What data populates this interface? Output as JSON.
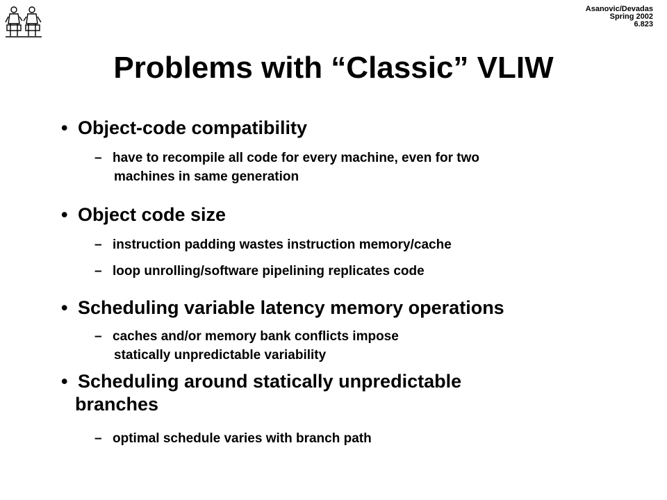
{
  "header": {
    "authors": "Asanovic/Devadas",
    "term": "Spring 2002",
    "course": "6.823"
  },
  "title": "Problems with “Classic” VLIW",
  "bullets": [
    {
      "text": "Object-code compatibility",
      "subs": [
        {
          "line1": "have to recompile all code for every machine, even for two",
          "line2": "machines in same generation"
        }
      ]
    },
    {
      "text": "Object code size",
      "subs": [
        {
          "line1": "instruction padding wastes instruction memory/cache"
        },
        {
          "line1": "loop unrolling/software pipelining replicates code"
        }
      ]
    },
    {
      "text": "Scheduling variable latency memory operations",
      "subs": [
        {
          "line1": "caches and/or memory bank conflicts impose",
          "line2": "statically unpredictable variability"
        }
      ]
    },
    {
      "text": "Scheduling around statically unpredictable",
      "text2": "branches",
      "subs": [
        {
          "line1": "optimal schedule varies with branch path"
        }
      ]
    }
  ]
}
